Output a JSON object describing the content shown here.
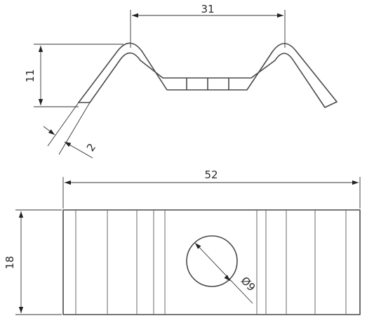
{
  "dimensions": {
    "bend_spacing": "31",
    "profile_height": "11",
    "thickness": "2",
    "overall_length": "52",
    "width": "18",
    "hole_diameter": "Ø9"
  }
}
